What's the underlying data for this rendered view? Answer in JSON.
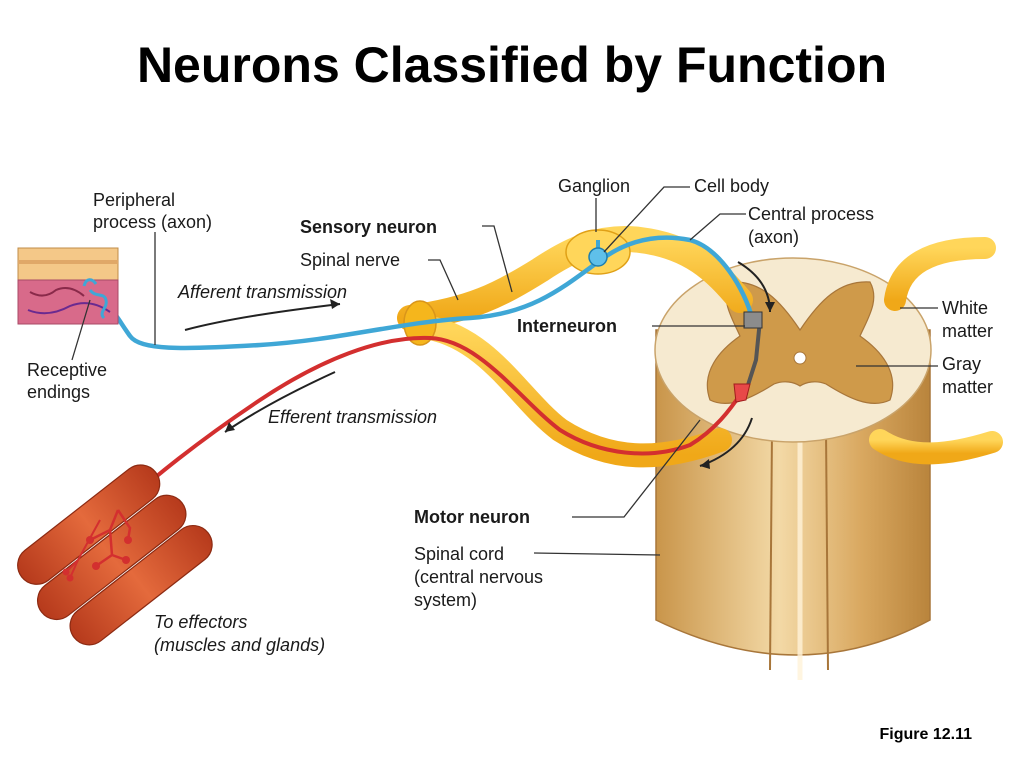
{
  "title": "Neurons Classified by Function",
  "figure": "Figure 12.11",
  "labels": {
    "peripheral_1": "Peripheral",
    "peripheral_2": "process (axon)",
    "sensory_neuron": "Sensory neuron",
    "spinal_nerve": "Spinal nerve",
    "afferent": "Afferent transmission",
    "ganglion": "Ganglion",
    "cell_body": "Cell body",
    "central_1": "Central process",
    "central_2": "(axon)",
    "interneuron": "Interneuron",
    "white_1": "White",
    "white_2": "matter",
    "gray_1": "Gray",
    "gray_2": "matter",
    "receptive_1": "Receptive",
    "receptive_2": "endings",
    "efferent": "Efferent transmission",
    "motor_neuron": "Motor neuron",
    "spinal_cord_1": "Spinal cord",
    "spinal_cord_2": "(central nervous",
    "spinal_cord_3": "system)",
    "effectors_1": "To effectors",
    "effectors_2": "(muscles and glands)"
  },
  "colors": {
    "nerve": "#f6b81c",
    "sensory_axon": "#3fa7d6",
    "motor_axon": "#d32f2f",
    "spinal_cord": "#e8c48a",
    "gray_matter": "#c8903e",
    "white_matter": "#f6ead0",
    "muscle": "#d9532b"
  }
}
